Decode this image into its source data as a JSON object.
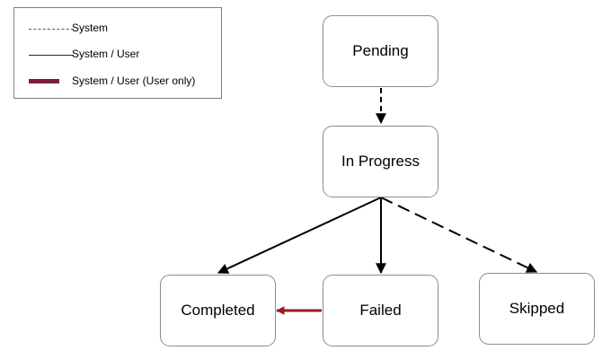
{
  "legend": {
    "items": [
      {
        "label": "System",
        "style": "dashed",
        "color": "#595959"
      },
      {
        "label": "System / User",
        "style": "solid",
        "color": "#262626"
      },
      {
        "label": "System / User (User only)",
        "style": "thick",
        "color": "#7b1f3a"
      }
    ]
  },
  "nodes": {
    "pending": "Pending",
    "in_progress": "In Progress",
    "completed": "Completed",
    "failed": "Failed",
    "skipped": "Skipped"
  },
  "edges": [
    {
      "from": "Pending",
      "to": "In Progress",
      "style": "dashed"
    },
    {
      "from": "In Progress",
      "to": "Completed",
      "style": "solid"
    },
    {
      "from": "In Progress",
      "to": "Failed",
      "style": "solid"
    },
    {
      "from": "In Progress",
      "to": "Skipped",
      "style": "dashed"
    },
    {
      "from": "Failed",
      "to": "Completed",
      "style": "thick",
      "color": "#9b1c1c"
    }
  ]
}
